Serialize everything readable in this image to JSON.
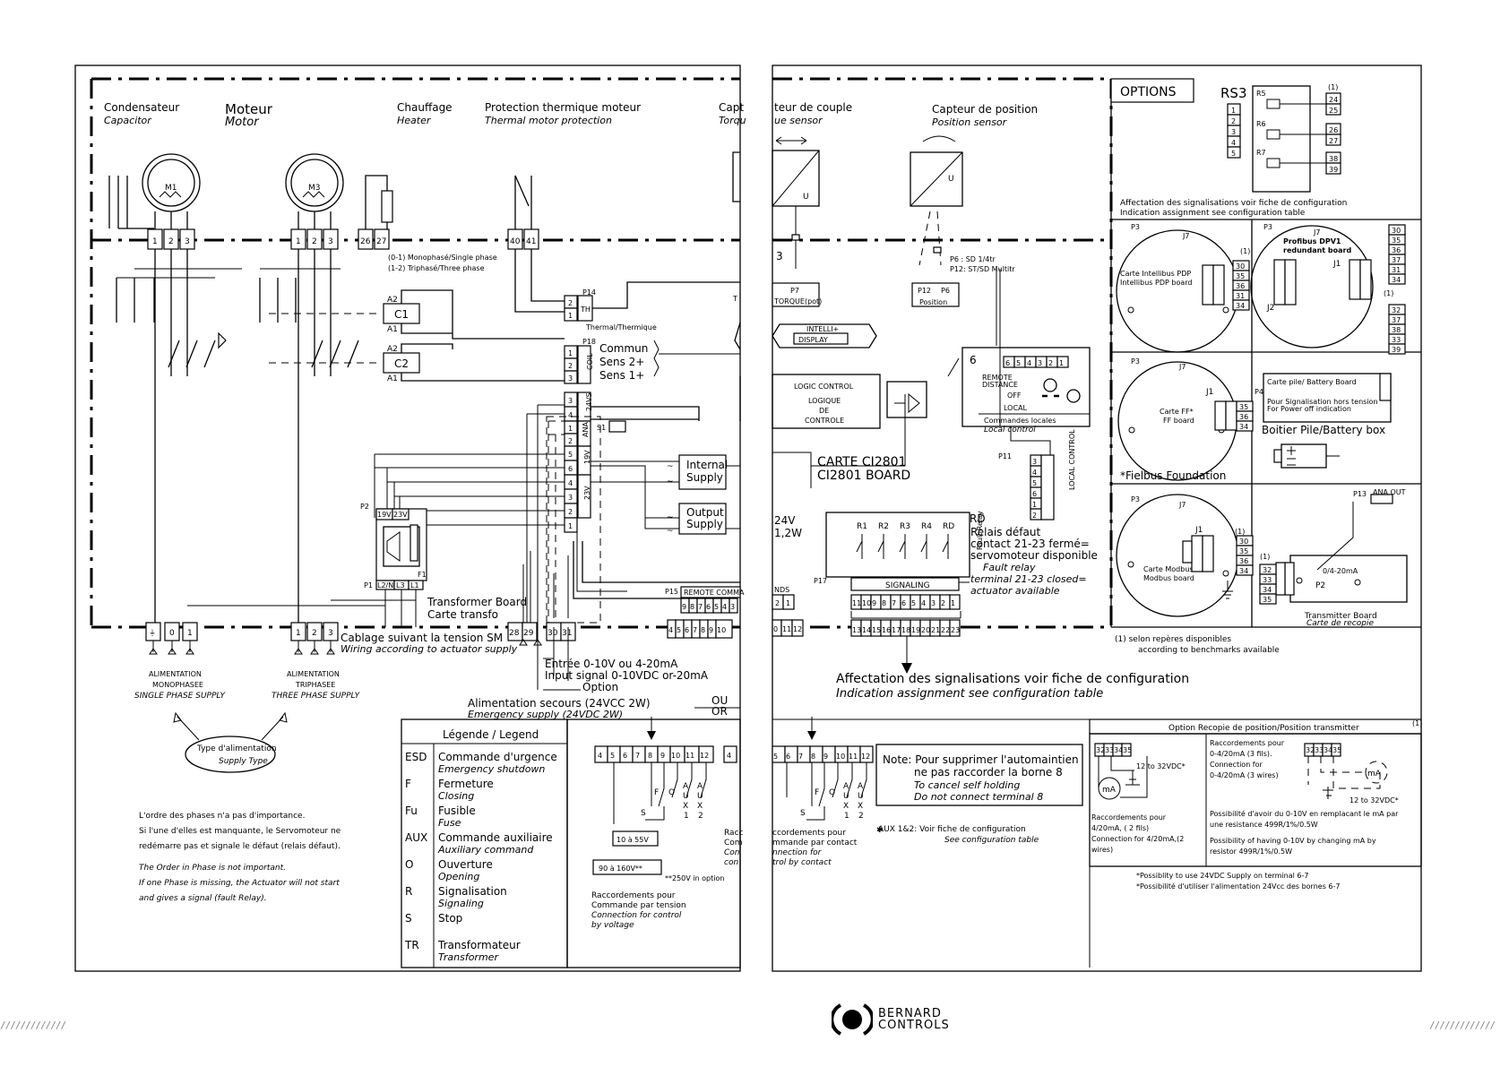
{
  "left": {
    "condensateur": "Condensateur",
    "capacitor": "Capacitor",
    "moteur": "Moteur",
    "motor": "Motor",
    "chauffage": "Chauffage",
    "heater": "Heater",
    "protection_fr": "Protection thermique moteur",
    "protection_en": "Thermal motor protection",
    "capteur_couple_fr_a": "Capt",
    "capteur_couple_en_a": "Torqu",
    "m1": "M1",
    "m3": "M3",
    "monophase": "(0-1) Monophasé/Single phase",
    "triphase": "(1-2) Triphasé/Three phase",
    "thermal": "Thermal/Thermique",
    "commun": "Commun",
    "sens2": "Sens 2+",
    "sens1": "Sens 1+",
    "coil": "COIL",
    "th": "TH",
    "p14": "P14",
    "p18": "P18",
    "p1": "P1",
    "p2": "P2",
    "p15": "P15",
    "s1": "S1",
    "c1": "C1",
    "c2": "C2",
    "a1": "A1",
    "a2": "A2",
    "v24vs": "24VS",
    "v19": "19V",
    "v23": "23V",
    "ana": "ANA",
    "internal_supply": [
      "Internal",
      "Supply"
    ],
    "output_supply": [
      "Output",
      "Supply"
    ],
    "transformer_board": "Transformer Board",
    "carte_transfo": "Carte transfo",
    "remote_comm": "REMOTE COMMA",
    "f1": "F1",
    "l2n": "L2/N",
    "l3": "L3",
    "l1": "L1",
    "cablage_fr": "Cablage suivant la tension SM",
    "cablage_en": "Wiring according to actuator supply",
    "entree_fr": "Entrée 0-10V ou 4-20mA",
    "entree_en": "Input signal 0-10VDC or-20mA",
    "option": "Option",
    "alim_secours_fr": "Alimentation secours (24VCC 2W)",
    "alim_secours_en": "Emergency supply (24VDC 2W)",
    "ou": "OU",
    "or": "OR",
    "alim_mono": [
      "ALIMENTATION",
      "MONOPHASEE",
      "SINGLE PHASE SUPPLY"
    ],
    "alim_tri": [
      "ALIMENTATION",
      "TRIPHASEE",
      "THREE PHASE SUPPLY"
    ],
    "type_alim_fr": "Type d'alimentation",
    "type_alim_en": "Supply Type",
    "phase_note_fr": [
      "L'ordre des phases n'a pas d'importance.",
      "Si l'une d'elles est manquante, le Servomoteur ne",
      "redémarre pas et signale le défaut (relais défaut)."
    ],
    "phase_note_en": [
      "The Order in Phase is not important.",
      "If one Phase is missing, the Actuator will not start",
      "and gives a signal (fault Relay)."
    ],
    "legend_title": "Légende / Legend",
    "legend": [
      {
        "code": "ESD",
        "fr": "Commande d'urgence",
        "en": "Emergency shutdown"
      },
      {
        "code": "F",
        "fr": "Fermeture",
        "en": "Closing"
      },
      {
        "code": "Fu",
        "fr": "Fusible",
        "en": "Fuse"
      },
      {
        "code": "AUX",
        "fr": "Commande auxiliaire",
        "en": "Auxiliary command"
      },
      {
        "code": "O",
        "fr": "Ouverture",
        "en": "Opening"
      },
      {
        "code": "R",
        "fr": "Signalisation",
        "en": "Signaling"
      },
      {
        "code": "S",
        "fr": "Stop",
        "en": ""
      },
      {
        "code": "TR",
        "fr": "Transformateur",
        "en": "Transformer"
      }
    ],
    "volt_range1": "10 à 55V",
    "volt_range2": "90 à 160V**",
    "v250": "**250V in option",
    "racc_tension": [
      "Raccordements pour",
      "Commande par tension",
      "Connection for control",
      "by voltage"
    ],
    "racc_cut": [
      "Racc",
      "Com",
      "Con",
      "con"
    ],
    "terms_left": [
      "4",
      "5",
      "6",
      "7",
      "8",
      "9",
      "10",
      "11",
      "12"
    ],
    "terms_remote": [
      "9",
      "8",
      "7",
      "6",
      "5",
      "4",
      "3"
    ],
    "terms_remote2": [
      "4",
      "5",
      "6",
      "7",
      "8",
      "9",
      "10"
    ],
    "fo_aux": [
      "F",
      "O",
      "A",
      "U",
      "X",
      "1",
      "A",
      "U",
      "X",
      "2",
      "S"
    ]
  },
  "right": {
    "capteur_couple_fr": "teur de couple",
    "capteur_couple_en": "ue sensor",
    "capteur_pos_fr": "Capteur de position",
    "capteur_pos_en": "Position sensor",
    "u": "U",
    "p7": "P7",
    "torque_pot": "TORQUE(pot)",
    "p12": "P12",
    "p6": "P6",
    "position": "Position",
    "p6_note": "P6 : SD 1/4tr",
    "p12_note": "P12: ST/SD Multitr",
    "intelli": "INTELLI+",
    "display": "DISPLAY",
    "logic_control": "LOGIC CONTROL",
    "logique": "LOGIQUE",
    "de": "DE",
    "controle": "CONTROLE",
    "carte_ci": "CARTE CI2801",
    "ci_board": "CI2801 BOARD",
    "v24": "24V",
    "w12": "1,2W",
    "remote_distance": "REMOTE",
    "distance": "DISTANCE",
    "off": "OFF",
    "local": "LOCAL",
    "commandes_locales": "Commandes locales",
    "local_control": "Local control",
    "p11": "P11",
    "local_control_v": "LOCAL CONTROL",
    "six": "6",
    "three": "3",
    "p17": "P17",
    "relays": [
      "R1",
      "R2",
      "R3",
      "R4",
      "RD"
    ],
    "signaling": "SIGNALING",
    "fault_relay_v": "Fault Relay",
    "rd": "RD",
    "relais_defaut": "Relais défaut",
    "contact_fr": "contact 21-23 fermé=",
    "servo_fr": "servomoteur disponible",
    "fault_relay_en": "Fault relay",
    "terminal_en": "terminal 21-23 closed=",
    "available_en": "actuator available",
    "nds": "NDS",
    "sig_terms_top": [
      "11",
      "10",
      "9",
      "8",
      "7",
      "6",
      "5",
      "4",
      "3",
      "2",
      "1"
    ],
    "sig_terms_bot": [
      "13",
      "14",
      "15",
      "16",
      "17",
      "18",
      "19",
      "20",
      "21",
      "22",
      "23"
    ],
    "left_terms": [
      "0",
      "11",
      "12"
    ],
    "affectation_fr": "Affectation des signalisations voir fiche de configuration",
    "affectation_en": "Indication assignment see configuration table",
    "terms_right": [
      "5",
      "6",
      "7",
      "8",
      "9",
      "10",
      "11",
      "12"
    ],
    "racc_contact": [
      "ccordements pour",
      "mmande par contact",
      "nnection for",
      "trol by contact"
    ],
    "note_lines": [
      "Note: Pour supprimer l'automaintien",
      "ne pas raccorder la borne 8",
      "To cancel self holding",
      "Do not connect terminal 8"
    ],
    "aux_note_fr": "AUX 1&2: Voir fiche de configuration",
    "aux_note_en": "See configuration table",
    "options": "OPTIONS",
    "rs3": "RS3",
    "r5": "R5",
    "r6": "R6",
    "r7": "R7",
    "rs3_terms": [
      "24",
      "25",
      "26",
      "27",
      "38",
      "39"
    ],
    "rs3_side": [
      "1",
      "2",
      "3",
      "4",
      "5"
    ],
    "one": "(1)",
    "affect_opt_fr": "Affectation des signalisations voir fiche de configuration",
    "affect_opt_en": "Indication assignment see configuration table",
    "intellibus": [
      "Carte Intellibus PDP",
      "Intellibus PDP board"
    ],
    "profibus": [
      "Profibus DPV1",
      "redundant board"
    ],
    "ff_board": [
      "Carte FF*",
      "FF board"
    ],
    "fielbus": "*Fielbus Foundation",
    "battery": [
      "Carte pile/ Battery Board",
      "Pour Signalisation hors tension",
      "For Power off indication"
    ],
    "battery_box": "Boitier Pile/Battery box",
    "modbus": [
      "Carte Modbus",
      "Modbus board"
    ],
    "p3": "P3",
    "j1": "J1",
    "j2": "J2",
    "j7": "J7",
    "p4": "P4",
    "p13": "P13",
    "ana_out": "ANA OUT",
    "p2": "P2",
    "ma_range": "0/4-20mA",
    "transmitter": [
      "Transmitter Board",
      "Carte de recopie"
    ],
    "opt_terms_a": [
      "30",
      "35",
      "36",
      "31",
      "34"
    ],
    "opt_terms_b": [
      "30",
      "35",
      "36",
      "37",
      "31",
      "34",
      "32",
      "37",
      "38",
      "33",
      "39"
    ],
    "opt_terms_ff": [
      "35",
      "36",
      "34"
    ],
    "opt_terms_mod": [
      "30",
      "35",
      "36",
      "34"
    ],
    "opt_terms_tr": [
      "32",
      "33",
      "34",
      "35"
    ],
    "selon_fr": "(1) selon repères disponibles",
    "selon_en": "according to benchmarks available",
    "recopie_title": "Option Recopie de position/Position transmitter",
    "rec_terms": [
      "32",
      "33",
      "34",
      "35"
    ],
    "v12_32": "12 to 32VDC*",
    "ma": "mA",
    "rec_left": [
      "Raccordements pour",
      "4/20mA, ( 2 fils)",
      "Connection for 4/20mA,(2",
      "wires)"
    ],
    "rec_mid": [
      "Raccordements pour",
      "0-4/20mA (3 fils).",
      "Connection for",
      "0-4/20mA (3 wires)"
    ],
    "rec_poss_fr": [
      "Possibilité d'avoir du 0-10V en remplacant le mA par",
      "une resistance 499R/1%/0.5W"
    ],
    "rec_poss_en": [
      "Possibility of having 0-10V by changing mA by",
      "resistor 499R/1%/0.5W"
    ],
    "rec_foot": [
      "*Possiblity to use 24VDC Supply on terminal 6-7",
      "*Possibilité d'utiliser l'alimentation 24Vcc des bornes 6-7"
    ]
  },
  "footer": {
    "brand_line1": "BERNARD",
    "brand_line2": "CONTROLS",
    "hatch": "/////////////"
  }
}
